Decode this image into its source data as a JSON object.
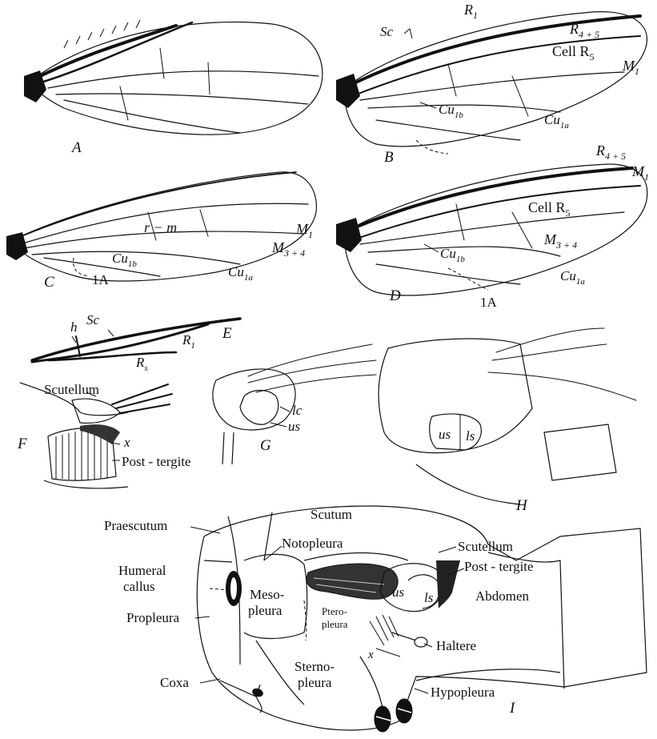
{
  "panels": {
    "a": "A",
    "b": "B",
    "c": "C",
    "d": "D",
    "e": "E",
    "f": "F",
    "g": "G",
    "h": "H",
    "i": "I"
  },
  "wing_b": {
    "sc": "Sc",
    "r1": "R",
    "r1_sub": "1",
    "r45": "R",
    "r45_sub": "4 + 5",
    "cell_r5": "Cell R",
    "cell_r5_sub": "5",
    "m1": "M",
    "m1_sub": "1",
    "cu1b": "Cu",
    "cu1b_sub": "1b",
    "cu1a": "Cu",
    "cu1a_sub": "1a"
  },
  "wing_c": {
    "rm": "r − m",
    "m1": "M",
    "m1_sub": "1",
    "m34": "M",
    "m34_sub": "3 + 4",
    "cu1b": "Cu",
    "cu1b_sub": "1b",
    "cu1a": "Cu",
    "cu1a_sub": "1a",
    "a1": "1A"
  },
  "wing_d": {
    "r45": "R",
    "r45_sub": "4 + 5",
    "m1": "M",
    "m1_sub": "1",
    "cell_r5": "Cell R",
    "cell_r5_sub": "5",
    "m34": "M",
    "m34_sub": "3 + 4",
    "cu1b": "Cu",
    "cu1b_sub": "1b",
    "cu1a": "Cu",
    "cu1a_sub": "1a",
    "a1": "1A"
  },
  "detail_e": {
    "h": "h",
    "sc": "Sc",
    "r1": "R",
    "r1_sub": "1",
    "rs": "R",
    "rs_sub": "s"
  },
  "detail_f": {
    "scutellum": "Scutellum",
    "x": "x",
    "post_tergite": "Post - tergite"
  },
  "detail_g": {
    "lc": "lc",
    "us": "us"
  },
  "detail_h": {
    "us": "us",
    "ls": "ls"
  },
  "thorax_i": {
    "scutum": "Scutum",
    "praescutum": "Praescutum",
    "notopleura": "Notopleura",
    "scutellum": "Scutellum",
    "post_tergite": "Post - tergite",
    "humeral_1": "Humeral",
    "humeral_2": "callus",
    "meso_1": "Meso-",
    "meso_2": "pleura",
    "ptero_1": "Ptero-",
    "ptero_2": "pleura",
    "us": "us",
    "ls": "ls",
    "abdomen": "Abdomen",
    "propleura": "Propleura",
    "haltere": "Haltere",
    "sterno_1": "Sterno-",
    "sterno_2": "pleura",
    "x": "x",
    "coxa": "Coxa",
    "hypopleura": "Hypopleura"
  }
}
